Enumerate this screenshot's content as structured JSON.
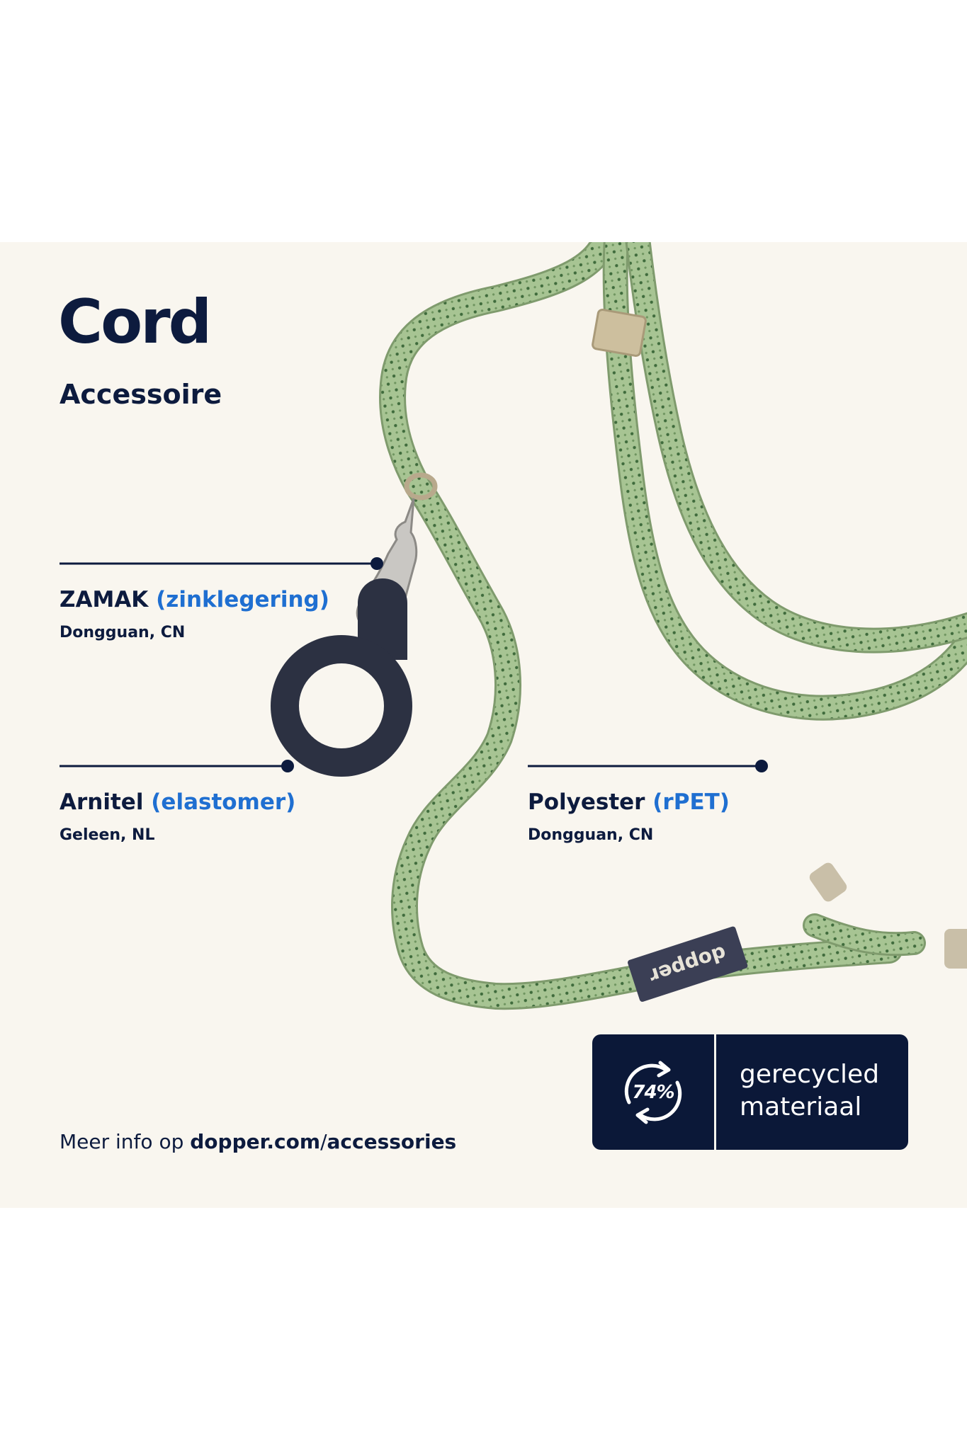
{
  "header": {
    "title": "Cord",
    "subtitle": "Accessoire"
  },
  "callouts": [
    {
      "material": "ZAMAK",
      "detail": "(zinklegering)",
      "location": "Dongguan, CN"
    },
    {
      "material": "Arnitel",
      "detail": "(elastomer)",
      "location": "Geleen, NL"
    },
    {
      "material": "Polyester",
      "detail": "(rPET)",
      "location": "Dongguan, CN"
    }
  ],
  "footer": {
    "prefix": "Meer info op ",
    "domain": "dopper.com",
    "slash": "/",
    "path": "accessories"
  },
  "badge": {
    "percent": "74%",
    "line1": "gerecycled",
    "line2": "materiaal"
  },
  "product_tag": "dopper",
  "colors": {
    "navy": "#0d1b3e",
    "accent_blue": "#1f6fd1",
    "panel_bg": "#f9f6ef",
    "cord_green": "#a7c493",
    "badge_bg": "#0b1838"
  }
}
